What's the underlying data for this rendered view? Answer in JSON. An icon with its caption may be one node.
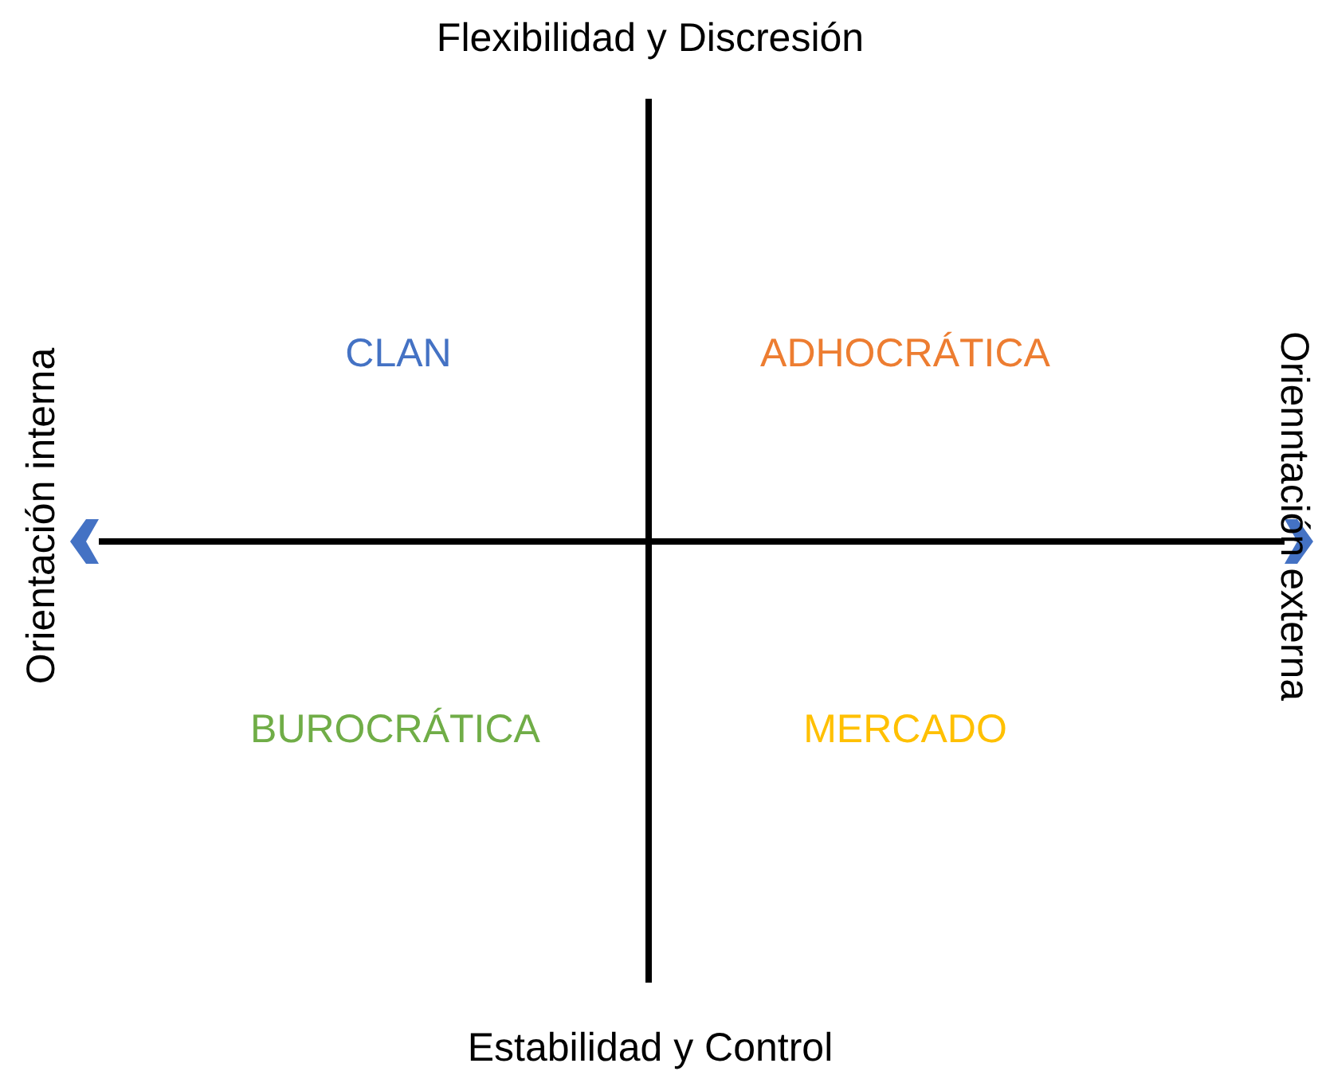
{
  "diagram": {
    "labels": [
      "Flexibilidad y Discresión",
      "Orientación interna",
      "CLAN",
      "ADHOCRÁTICA",
      "Orienntación externa",
      "BUROCRÁTICA",
      "MERCADO",
      "Estabilidad y Control"
    ]
  }
}
